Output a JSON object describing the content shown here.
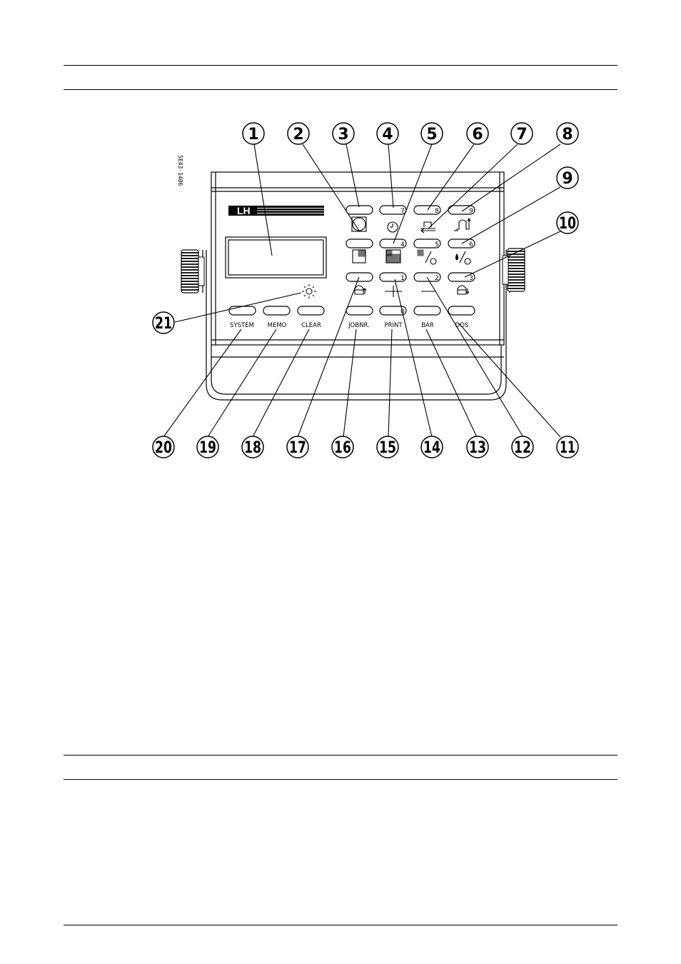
{
  "figure_code": "5E43-1406",
  "brand": "LH",
  "callouts": [
    "1",
    "2",
    "3",
    "4",
    "5",
    "6",
    "7",
    "8",
    "9",
    "10",
    "11",
    "12",
    "13",
    "14",
    "15",
    "16",
    "17",
    "18",
    "19",
    "20",
    "21"
  ],
  "keys": {
    "k7": "7",
    "k8": "8",
    "k9": "9",
    "k4": "4",
    "k5": "5",
    "k6": "6",
    "k1": "1",
    "k2": "2",
    "k3": "3",
    "k0": "0"
  },
  "labels": {
    "system": "SYSTEM",
    "memo": "MEMO",
    "clear": "CLEAR",
    "jobnr": "JOBNR.",
    "print": "PRINT",
    "bar": "BAR",
    "dos": "DOS"
  }
}
